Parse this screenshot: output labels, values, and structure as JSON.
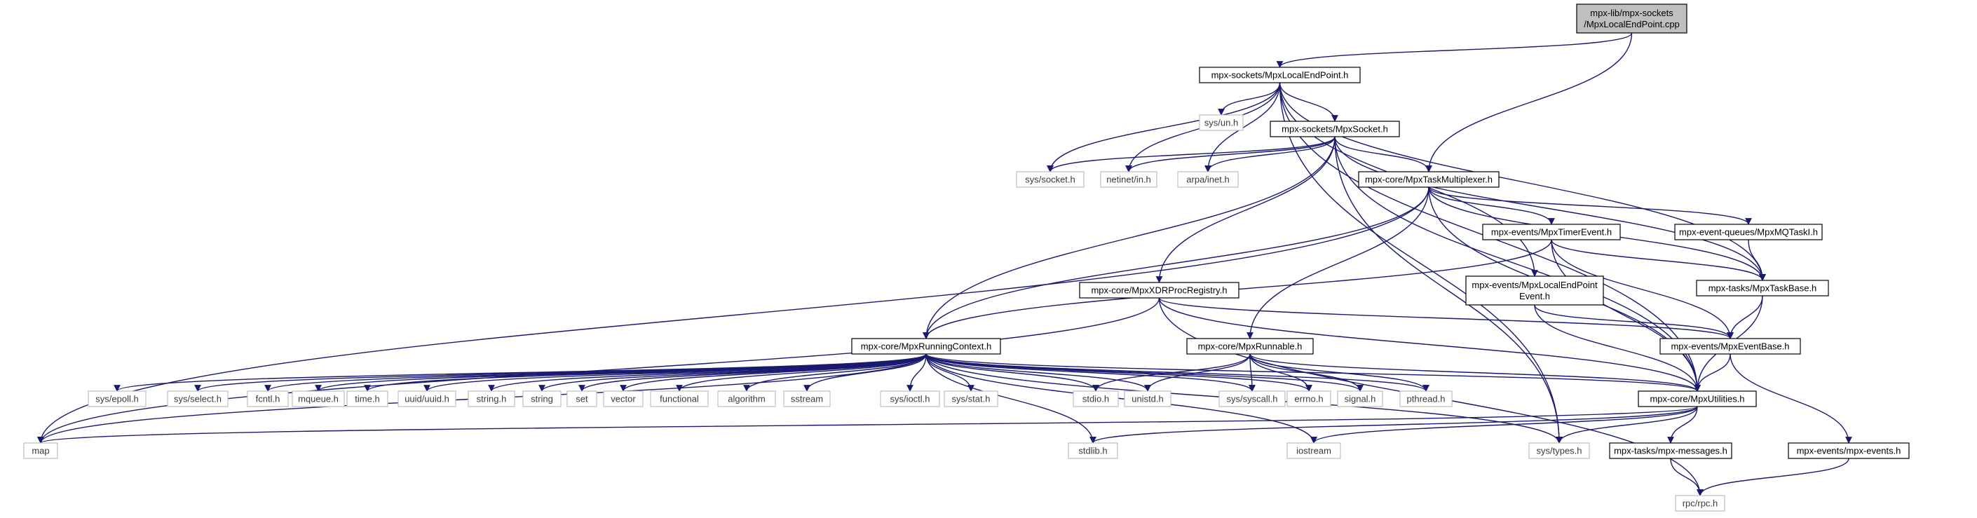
{
  "title_lines": [
    "mpx-lib/mpx-sockets",
    "/MpxLocalEndPoint.cpp"
  ],
  "colors": {
    "edge": "#191970",
    "root_fill": "#bfbfbf",
    "node_border": "#000000",
    "system_border": "#bfbfbf"
  },
  "nodes": [
    {
      "id": "root",
      "lines": [
        "mpx-lib/mpx-sockets",
        "/MpxLocalEndPoint.cpp"
      ],
      "kind": "root"
    },
    {
      "id": "lep_h",
      "lines": [
        "mpx-sockets/MpxLocalEndPoint.h"
      ],
      "kind": "main"
    },
    {
      "id": "sys_un",
      "lines": [
        "sys/un.h"
      ],
      "kind": "system"
    },
    {
      "id": "sock_h",
      "lines": [
        "mpx-sockets/MpxSocket.h"
      ],
      "kind": "main"
    },
    {
      "id": "sys_socket",
      "lines": [
        "sys/socket.h"
      ],
      "kind": "system"
    },
    {
      "id": "netinet",
      "lines": [
        "netinet/in.h"
      ],
      "kind": "system"
    },
    {
      "id": "arpa",
      "lines": [
        "arpa/inet.h"
      ],
      "kind": "system"
    },
    {
      "id": "taskmux",
      "lines": [
        "mpx-core/MpxTaskMultiplexer.h"
      ],
      "kind": "main"
    },
    {
      "id": "timerev",
      "lines": [
        "mpx-events/MpxTimerEvent.h"
      ],
      "kind": "main"
    },
    {
      "id": "mqtaskl",
      "lines": [
        "mpx-event-queues/MpxMQTaskI.h"
      ],
      "kind": "main"
    },
    {
      "id": "lepev",
      "lines": [
        "mpx-events/MpxLocalEndPoint",
        "Event.h"
      ],
      "kind": "main"
    },
    {
      "id": "taskbase",
      "lines": [
        "mpx-tasks/MpxTaskBase.h"
      ],
      "kind": "main"
    },
    {
      "id": "xdr",
      "lines": [
        "mpx-core/MpxXDRProcRegistry.h"
      ],
      "kind": "main"
    },
    {
      "id": "evbase",
      "lines": [
        "mpx-events/MpxEventBase.h"
      ],
      "kind": "main"
    },
    {
      "id": "runctx",
      "lines": [
        "mpx-core/MpxRunningContext.h"
      ],
      "kind": "main"
    },
    {
      "id": "runnable",
      "lines": [
        "mpx-core/MpxRunnable.h"
      ],
      "kind": "main"
    },
    {
      "id": "utils",
      "lines": [
        "mpx-core/MpxUtilities.h"
      ],
      "kind": "main"
    },
    {
      "id": "map",
      "lines": [
        "map"
      ],
      "kind": "system"
    },
    {
      "id": "sys_epoll",
      "lines": [
        "sys/epoll.h"
      ],
      "kind": "system"
    },
    {
      "id": "sys_select",
      "lines": [
        "sys/select.h"
      ],
      "kind": "system"
    },
    {
      "id": "fcntl",
      "lines": [
        "fcntl.h"
      ],
      "kind": "system"
    },
    {
      "id": "mqueue",
      "lines": [
        "mqueue.h"
      ],
      "kind": "system"
    },
    {
      "id": "time_h",
      "lines": [
        "time.h"
      ],
      "kind": "system"
    },
    {
      "id": "uuid",
      "lines": [
        "uuid/uuid.h"
      ],
      "kind": "system"
    },
    {
      "id": "string_h",
      "lines": [
        "string.h"
      ],
      "kind": "system"
    },
    {
      "id": "string",
      "lines": [
        "string"
      ],
      "kind": "system"
    },
    {
      "id": "set",
      "lines": [
        "set"
      ],
      "kind": "system"
    },
    {
      "id": "vector",
      "lines": [
        "vector"
      ],
      "kind": "system"
    },
    {
      "id": "functional",
      "lines": [
        "functional"
      ],
      "kind": "system"
    },
    {
      "id": "algorithm",
      "lines": [
        "algorithm"
      ],
      "kind": "system"
    },
    {
      "id": "sstream",
      "lines": [
        "sstream"
      ],
      "kind": "system"
    },
    {
      "id": "sys_ioctl",
      "lines": [
        "sys/ioctl.h"
      ],
      "kind": "system"
    },
    {
      "id": "sys_stat",
      "lines": [
        "sys/stat.h"
      ],
      "kind": "system"
    },
    {
      "id": "stdio",
      "lines": [
        "stdio.h"
      ],
      "kind": "system"
    },
    {
      "id": "unistd",
      "lines": [
        "unistd.h"
      ],
      "kind": "system"
    },
    {
      "id": "sys_syscall",
      "lines": [
        "sys/syscall.h"
      ],
      "kind": "system"
    },
    {
      "id": "errno",
      "lines": [
        "errno.h"
      ],
      "kind": "system"
    },
    {
      "id": "signal",
      "lines": [
        "signal.h"
      ],
      "kind": "system"
    },
    {
      "id": "pthread",
      "lines": [
        "pthread.h"
      ],
      "kind": "system"
    },
    {
      "id": "stdlib",
      "lines": [
        "stdlib.h"
      ],
      "kind": "system"
    },
    {
      "id": "iostream",
      "lines": [
        "iostream"
      ],
      "kind": "system"
    },
    {
      "id": "sys_types",
      "lines": [
        "sys/types.h"
      ],
      "kind": "system"
    },
    {
      "id": "messages",
      "lines": [
        "mpx-tasks/mpx-messages.h"
      ],
      "kind": "main"
    },
    {
      "id": "mpxevents",
      "lines": [
        "mpx-events/mpx-events.h"
      ],
      "kind": "main"
    },
    {
      "id": "rpc",
      "lines": [
        "rpc/rpc.h"
      ],
      "kind": "system"
    }
  ],
  "edges": [
    [
      "root",
      "lep_h"
    ],
    [
      "root",
      "taskmux"
    ],
    [
      "lep_h",
      "sys_un"
    ],
    [
      "lep_h",
      "sock_h"
    ],
    [
      "lep_h",
      "sys_socket"
    ],
    [
      "lep_h",
      "netinet"
    ],
    [
      "lep_h",
      "arpa"
    ],
    [
      "lep_h",
      "lepev"
    ],
    [
      "lep_h",
      "taskbase"
    ],
    [
      "lep_h",
      "utils"
    ],
    [
      "lep_h",
      "sys_types"
    ],
    [
      "sock_h",
      "sys_socket"
    ],
    [
      "sock_h",
      "netinet"
    ],
    [
      "sock_h",
      "arpa"
    ],
    [
      "sock_h",
      "taskmux"
    ],
    [
      "sock_h",
      "xdr"
    ],
    [
      "sock_h",
      "runctx"
    ],
    [
      "sock_h",
      "taskbase"
    ],
    [
      "sock_h",
      "utils"
    ],
    [
      "sock_h",
      "sys_types"
    ],
    [
      "taskmux",
      "timerev"
    ],
    [
      "taskmux",
      "mqtaskl"
    ],
    [
      "taskmux",
      "taskbase"
    ],
    [
      "taskmux",
      "runctx"
    ],
    [
      "taskmux",
      "runnable"
    ],
    [
      "taskmux",
      "utils"
    ],
    [
      "taskmux",
      "map"
    ],
    [
      "timerev",
      "taskbase"
    ],
    [
      "timerev",
      "evbase"
    ],
    [
      "timerev",
      "runctx"
    ],
    [
      "timerev",
      "utils"
    ],
    [
      "mqtaskl",
      "taskbase"
    ],
    [
      "lepev",
      "evbase"
    ],
    [
      "lepev",
      "utils"
    ],
    [
      "taskbase",
      "evbase"
    ],
    [
      "taskbase",
      "utils"
    ],
    [
      "xdr",
      "evbase"
    ],
    [
      "xdr",
      "map"
    ],
    [
      "xdr",
      "rpc"
    ],
    [
      "xdr",
      "utils"
    ],
    [
      "evbase",
      "utils"
    ],
    [
      "evbase",
      "mpxevents"
    ],
    [
      "runctx",
      "map"
    ],
    [
      "runctx",
      "sys_epoll"
    ],
    [
      "runctx",
      "sys_select"
    ],
    [
      "runctx",
      "fcntl"
    ],
    [
      "runctx",
      "mqueue"
    ],
    [
      "runctx",
      "time_h"
    ],
    [
      "runctx",
      "uuid"
    ],
    [
      "runctx",
      "string_h"
    ],
    [
      "runctx",
      "string"
    ],
    [
      "runctx",
      "set"
    ],
    [
      "runctx",
      "vector"
    ],
    [
      "runctx",
      "functional"
    ],
    [
      "runctx",
      "algorithm"
    ],
    [
      "runctx",
      "sstream"
    ],
    [
      "runctx",
      "sys_ioctl"
    ],
    [
      "runctx",
      "sys_stat"
    ],
    [
      "runctx",
      "stdio"
    ],
    [
      "runctx",
      "unistd"
    ],
    [
      "runctx",
      "sys_syscall"
    ],
    [
      "runctx",
      "errno"
    ],
    [
      "runctx",
      "signal"
    ],
    [
      "runctx",
      "pthread"
    ],
    [
      "runctx",
      "stdlib"
    ],
    [
      "runctx",
      "iostream"
    ],
    [
      "runctx",
      "sys_types"
    ],
    [
      "runctx",
      "utils"
    ],
    [
      "runnable",
      "stdio"
    ],
    [
      "runnable",
      "unistd"
    ],
    [
      "runnable",
      "sys_syscall"
    ],
    [
      "runnable",
      "errno"
    ],
    [
      "runnable",
      "signal"
    ],
    [
      "runnable",
      "pthread"
    ],
    [
      "runnable",
      "utils"
    ],
    [
      "utils",
      "map"
    ],
    [
      "utils",
      "stdlib"
    ],
    [
      "utils",
      "iostream"
    ],
    [
      "utils",
      "sys_types"
    ],
    [
      "utils",
      "messages"
    ],
    [
      "messages",
      "rpc"
    ],
    [
      "mpxevents",
      "rpc"
    ]
  ]
}
